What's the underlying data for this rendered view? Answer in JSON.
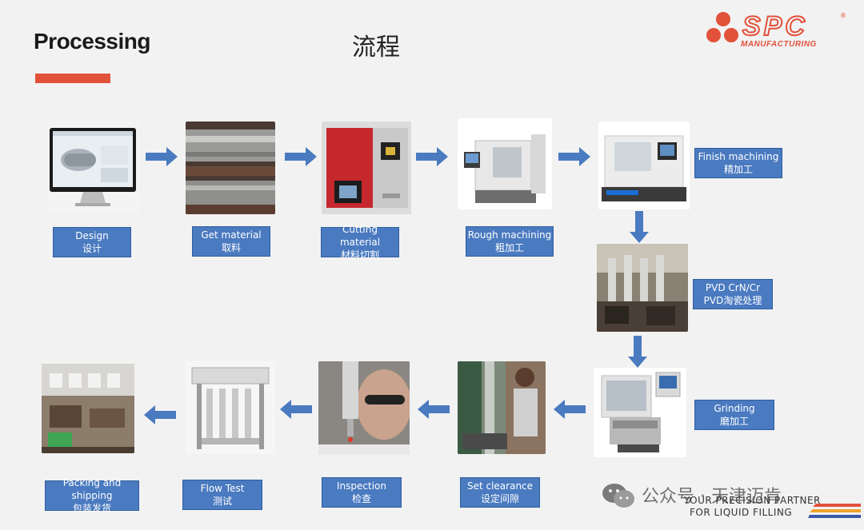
{
  "header": {
    "title_en": "Processing",
    "title_cn": "流程"
  },
  "logo": {
    "text": "SPC",
    "sub": "MANUFACTURING",
    "mark": "®",
    "color": "#e2513a"
  },
  "colors": {
    "accent": "#e2513a",
    "label_bg": "#4a7ac0",
    "arrow": "#4a7ac0"
  },
  "steps": [
    {
      "en": "Design",
      "cn": "设计",
      "icon": "monitor-icon"
    },
    {
      "en": "Get material",
      "cn": "取料",
      "icon": "steel-bar-icon"
    },
    {
      "en": "Cutting material",
      "cn": "材料切割",
      "icon": "saw-machine-icon"
    },
    {
      "en": "Rough machining",
      "cn": "粗加工",
      "icon": "cnc-machine-icon"
    },
    {
      "en": "Finish machining",
      "cn": "精加工",
      "icon": "cnc-lathe-icon"
    },
    {
      "en": "PVD CrN/Cr",
      "cn": "PVD淘瓷处理",
      "icon": "pvd-chamber-icon"
    },
    {
      "en": "Grinding",
      "cn": "磨加工",
      "icon": "grinder-icon"
    },
    {
      "en": "Set  clearance",
      "cn": "设定间隙",
      "icon": "gauge-icon"
    },
    {
      "en": "Inspection",
      "cn": "检查",
      "icon": "microscope-icon"
    },
    {
      "en": "Flow Test",
      "cn": "测试",
      "icon": "flow-rig-icon"
    },
    {
      "en": "Packing and shipping",
      "cn": "包装发货",
      "icon": "warehouse-icon"
    }
  ],
  "watermark": {
    "cn": "公众号 · 天津迈肯",
    "en1": "YOUR PRECISION PARTNER",
    "en2": "FOR LIQUID FILLING"
  }
}
